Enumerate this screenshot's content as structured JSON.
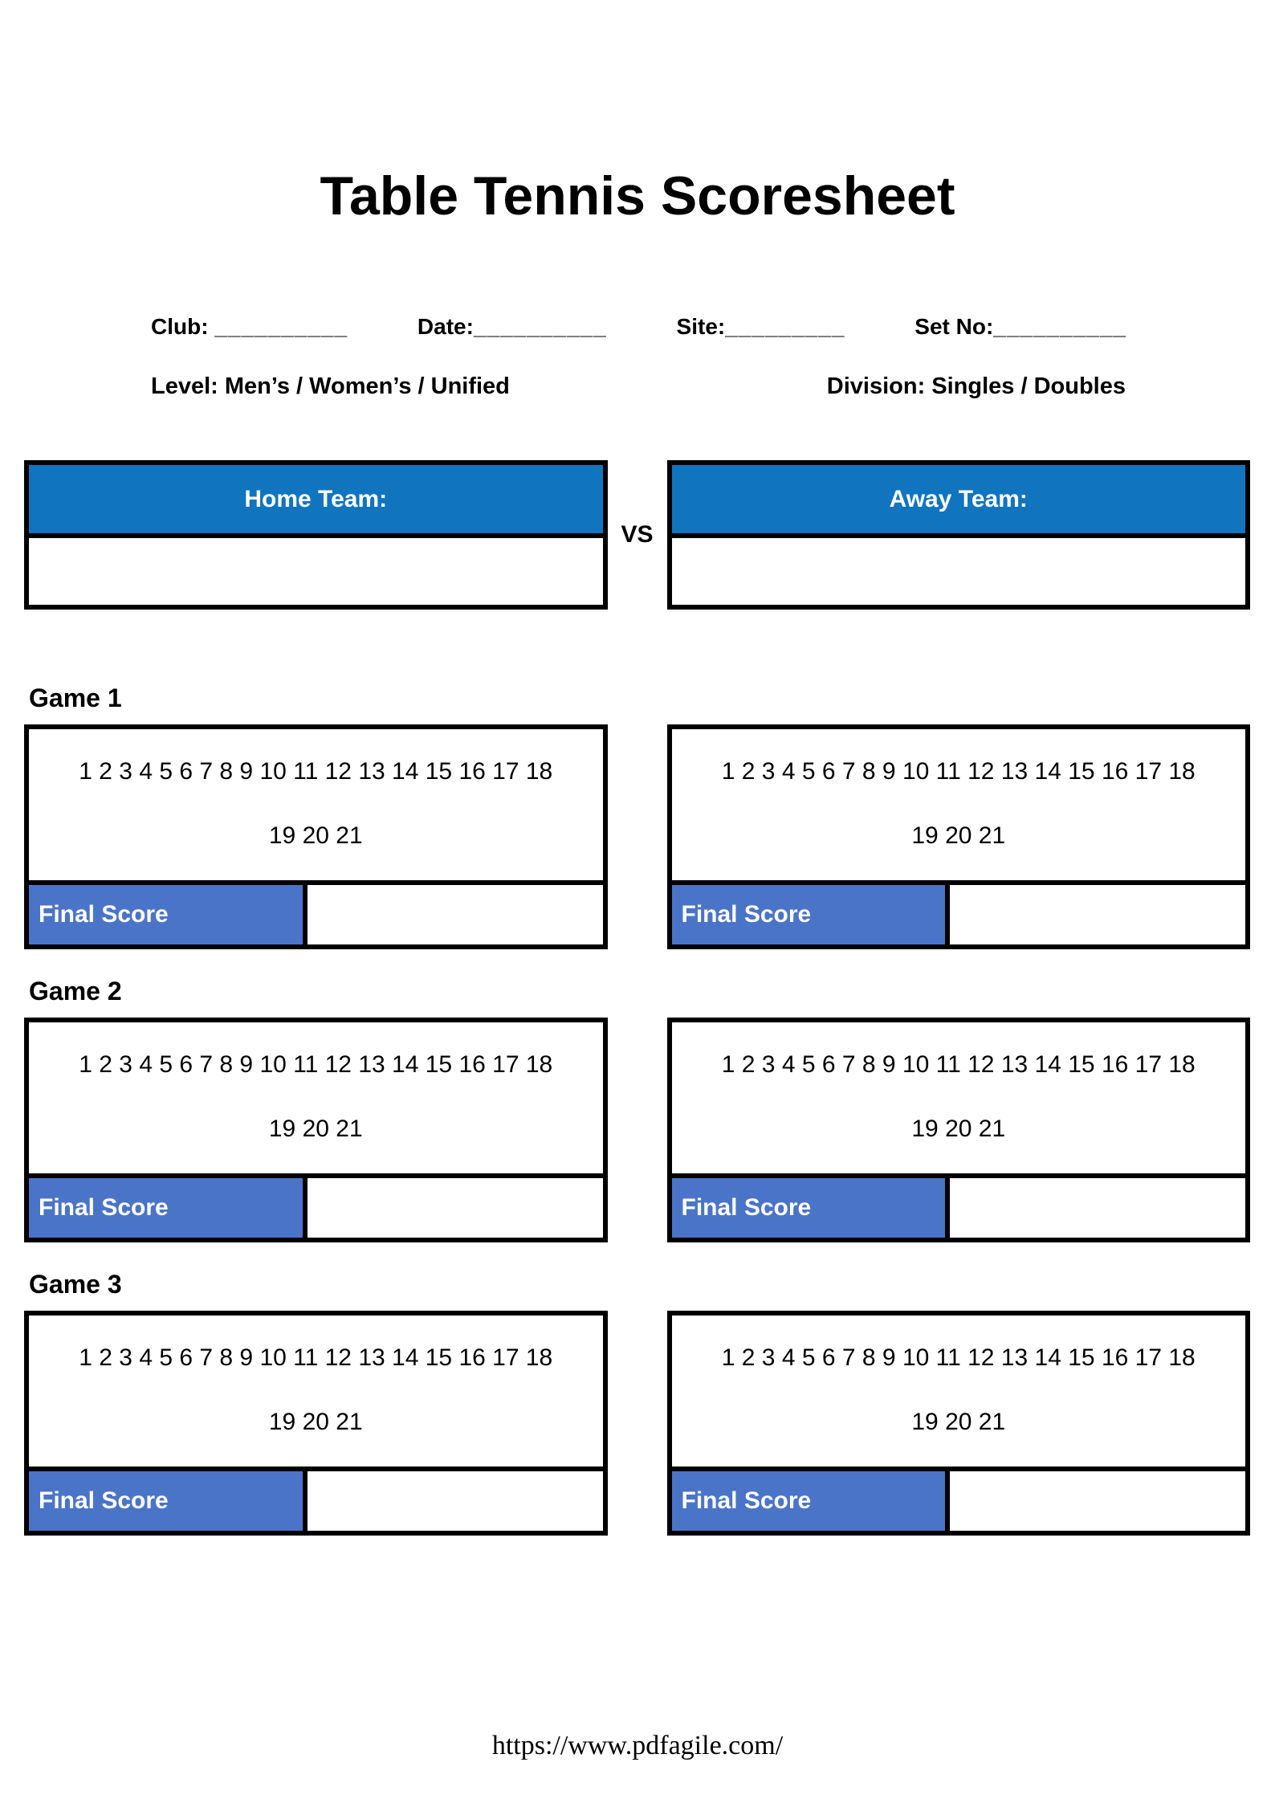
{
  "title": "Table Tennis Scoresheet",
  "meta": {
    "fields": [
      {
        "label": "Club: ",
        "blank": "__________"
      },
      {
        "label": "Date:",
        "blank": "__________"
      },
      {
        "label": "Site:",
        "blank": "_________"
      },
      {
        "label": "Set No:",
        "blank": "__________"
      }
    ],
    "level": "Level: Men’s / Women’s / Unified",
    "division": "Division: Singles / Doubles"
  },
  "teams": {
    "home_header": "Home Team:",
    "vs": "VS",
    "away_header": "Away Team:",
    "home_name_value": "",
    "away_name_value": ""
  },
  "games": [
    {
      "label": "Game 1"
    },
    {
      "label": "Game 2"
    },
    {
      "label": "Game 3"
    }
  ],
  "score_box": {
    "points_row1": "1 2 3 4 5 6 7 8 9 10 11 12 13 14 15 16 17 18",
    "points_row2": "19 20 21",
    "final_score_label": "Final Score",
    "final_score_value": ""
  },
  "footer": {
    "url": "https://www.pdfagile.com/"
  },
  "colors": {
    "team_header_blue": "#1174be",
    "final_score_blue": "#4a74c8",
    "border_black": "#000000",
    "header_text_white": "#ffffff"
  }
}
